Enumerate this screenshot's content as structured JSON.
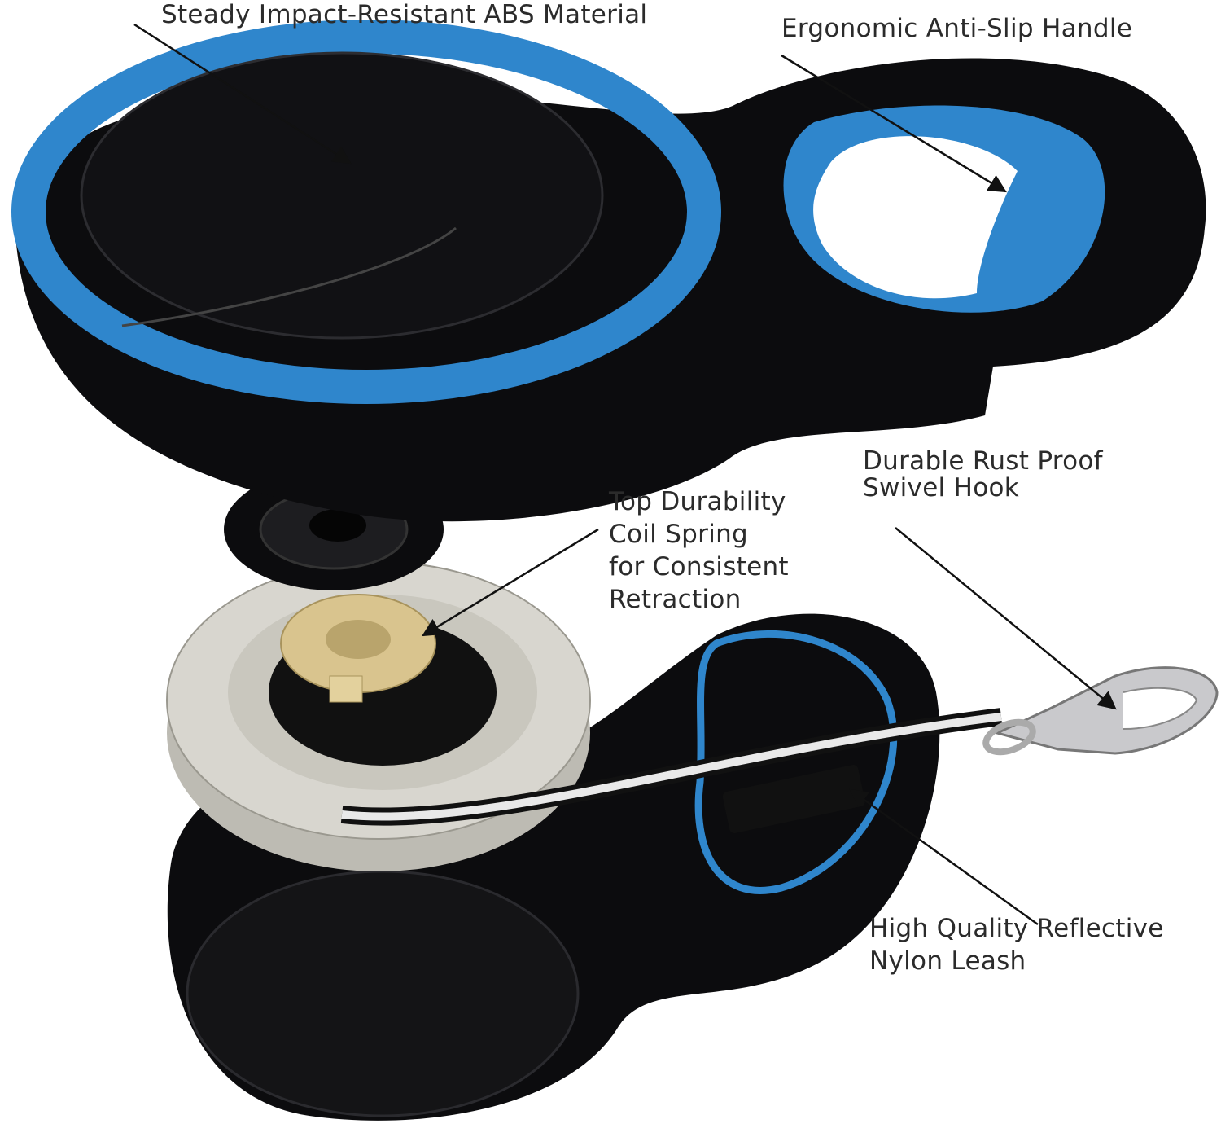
{
  "labels": {
    "abs_material": "Steady Impact-Resistant ABS Material",
    "handle": "Ergonomic Anti-Slip Handle",
    "hook_line1": "Durable Rust Proof",
    "hook_line2": "Swivel Hook",
    "spring_line1": "Top Durability",
    "spring_line2": "Coil Spring",
    "spring_line3": "for Consistent",
    "spring_line4": "Retraction",
    "leash_line1": "High Quality Reflective",
    "leash_line2": "Nylon Leash"
  },
  "colors": {
    "shell": "#0c0c0e",
    "accent_blue": "#2f86cc",
    "reel": "#d8d6cf",
    "brass": "#d9c48e",
    "text": "#2b2b2b"
  }
}
